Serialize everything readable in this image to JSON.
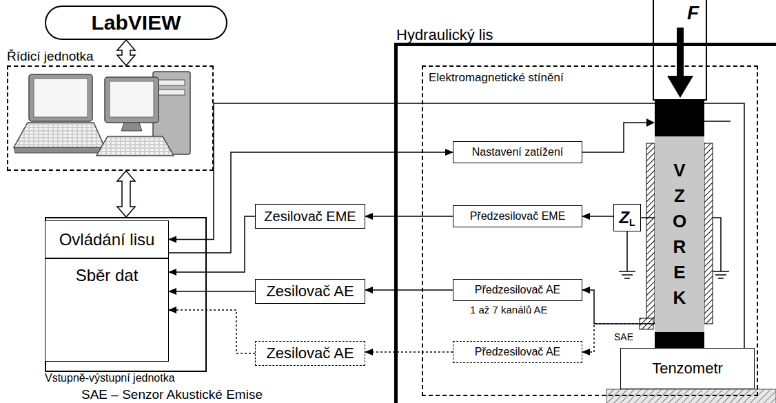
{
  "diagram": {
    "nodes": [
      {
        "text": [
          "LabVIEW"
        ]
      },
      {
        "text": [
          "Řídicí jednotka"
        ]
      },
      {
        "text": [
          "Vstupně-výstupní jednotka"
        ]
      },
      {
        "text": [
          "Ovládání lisu"
        ],
        "in": 2
      },
      {
        "text": [
          "Sběr dat"
        ],
        "in": 2
      },
      {
        "text": [
          "Hydraulický lis"
        ]
      },
      {
        "text": [
          "Elektromagnetické stínění"
        ],
        "in": 5
      },
      {
        "text": [
          "Zesilovač EME"
        ]
      },
      {
        "text": [
          "Zesilovač AE"
        ]
      },
      {
        "text": [
          "Zesilovač AE"
        ]
      },
      {
        "text": [
          "Nastavení zatížení"
        ],
        "in": 6
      },
      {
        "text": [
          "Předzesilovač EME"
        ],
        "in": 6
      },
      {
        "text": [
          "Z",
          "L"
        ],
        "in": 6
      },
      {
        "text": [
          "Předzesilovač AE"
        ],
        "in": 6
      },
      {
        "text": [
          "Předzesilovač AE"
        ],
        "in": 6
      },
      {
        "text": [
          "VZOREK"
        ],
        "in": 6
      },
      {
        "text": [
          "Tenzometr"
        ],
        "in": 6
      }
    ],
    "edges": [
      {
        "from": 1,
        "to": 0,
        "arrow": "both"
      },
      {
        "from": 1,
        "to": 2,
        "arrow": "both"
      },
      {
        "from": 16,
        "to": 3,
        "arrow": "to"
      },
      {
        "from": 3,
        "to": 10,
        "arrow": "to"
      },
      {
        "from": 7,
        "to": 4,
        "arrow": "to"
      },
      {
        "from": 11,
        "to": 7,
        "arrow": "to"
      },
      {
        "from": 8,
        "to": 4,
        "arrow": "to"
      },
      {
        "from": 13,
        "to": 8,
        "arrow": "to"
      },
      {
        "from": 9,
        "to": 4,
        "arrow": "to"
      },
      {
        "from": 14,
        "to": 9,
        "arrow": "to"
      },
      {
        "from": 12,
        "to": 11,
        "arrow": "to"
      },
      {
        "from": 15,
        "to": 12,
        "arrow": "none"
      },
      {
        "from": 15,
        "to": 13,
        "arrow": "to"
      },
      {
        "from": 15,
        "to": 14,
        "arrow": "to"
      }
    ],
    "labels": [
      "F",
      "SAE",
      "1 až 7 kanálů AE",
      "SAE – Senzor Akustické Emise"
    ]
  }
}
